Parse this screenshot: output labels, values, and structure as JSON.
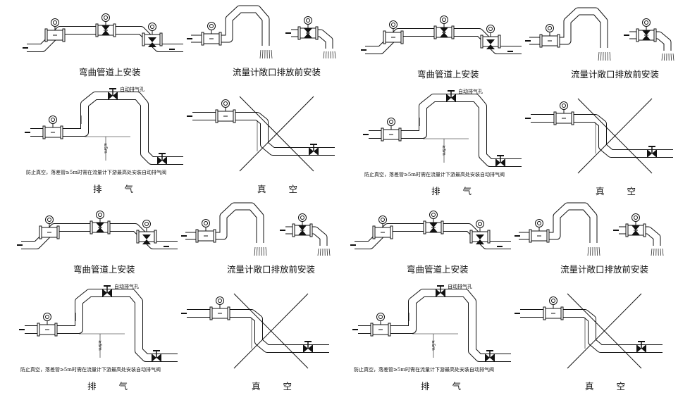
{
  "captions": {
    "bent_pipe": "弯曲管道上安装",
    "before_outlet": "流量计敞口排放前安装",
    "exhaust": "排 气",
    "vacuum": "真 空"
  },
  "notes": {
    "auto_vent": "自动排气孔",
    "vacuum_prevention": "防止真空，落差管≥5m时需在流量计下游最高处安装自动排气阀",
    "height_mark": "≥5m"
  },
  "colors": {
    "line": "#111111",
    "background": "#ffffff"
  }
}
